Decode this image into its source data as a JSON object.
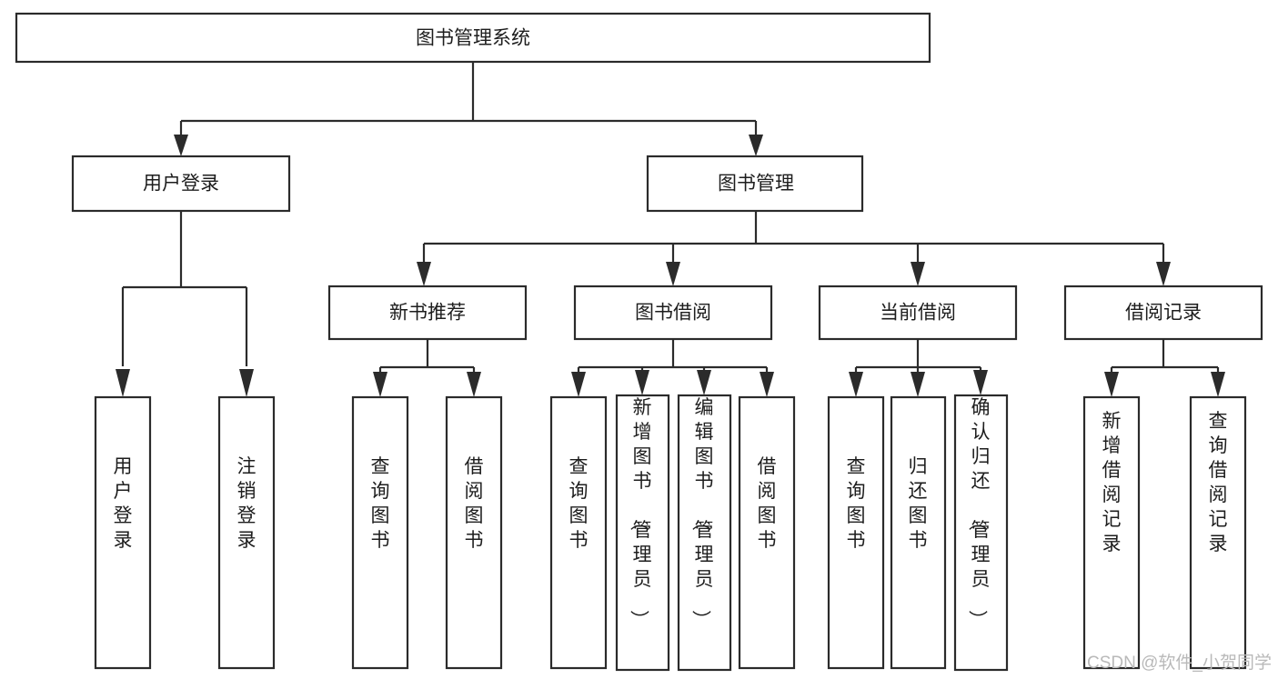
{
  "diagram": {
    "title": "图书管理系统",
    "type": "tree-hierarchy",
    "watermark": "CSDN @软件_小贺同学",
    "colors": {
      "stroke": "#2b2b2b",
      "box_fill": "#ffffff",
      "text": "#1d1d1d",
      "watermark": "#b9b9b9",
      "background": "#ffffff"
    },
    "levels": {
      "root": "图书管理系统",
      "level2": [
        "用户登录",
        "图书管理"
      ],
      "level3": [
        "新书推荐",
        "图书借阅",
        "当前借阅",
        "借阅记录"
      ]
    },
    "nodes": {
      "root": {
        "label": "图书管理系统",
        "orientation": "horizontal"
      },
      "user_login": {
        "label": "用户登录",
        "orientation": "horizontal"
      },
      "book_manage": {
        "label": "图书管理",
        "orientation": "horizontal"
      },
      "new_book_rec": {
        "label": "新书推荐",
        "orientation": "horizontal"
      },
      "book_borrow": {
        "label": "图书借阅",
        "orientation": "horizontal"
      },
      "current_borrow": {
        "label": "当前借阅",
        "orientation": "horizontal"
      },
      "borrow_record": {
        "label": "借阅记录",
        "orientation": "horizontal"
      },
      "leaf_user_login": {
        "label": "用户登录",
        "orientation": "vertical"
      },
      "leaf_logout": {
        "label": "注销登录",
        "orientation": "vertical"
      },
      "leaf_query_book_1": {
        "label": "查询图书",
        "orientation": "vertical"
      },
      "leaf_borrow_book_1": {
        "label": "借阅图书",
        "orientation": "vertical"
      },
      "leaf_query_book_2": {
        "label": "查询图书",
        "orientation": "vertical"
      },
      "leaf_add_book": {
        "label": "新增图书（管理员）",
        "orientation": "vertical"
      },
      "leaf_edit_book": {
        "label": "编辑图书（管理员）",
        "orientation": "vertical"
      },
      "leaf_borrow_book_2": {
        "label": "借阅图书",
        "orientation": "vertical"
      },
      "leaf_query_book_3": {
        "label": "查询图书",
        "orientation": "vertical"
      },
      "leaf_return_book": {
        "label": "归还图书",
        "orientation": "vertical"
      },
      "leaf_confirm_return": {
        "label": "确认归还（管理员）",
        "orientation": "vertical"
      },
      "leaf_add_record": {
        "label": "新增借阅记录",
        "orientation": "vertical"
      },
      "leaf_query_record": {
        "label": "查询借阅记录",
        "orientation": "vertical"
      }
    },
    "edges": [
      {
        "from": "图书管理系统",
        "to": "用户登录"
      },
      {
        "from": "图书管理系统",
        "to": "图书管理"
      },
      {
        "from": "用户登录",
        "to": "用户登录"
      },
      {
        "from": "用户登录",
        "to": "注销登录"
      },
      {
        "from": "图书管理",
        "to": "新书推荐"
      },
      {
        "from": "图书管理",
        "to": "图书借阅"
      },
      {
        "from": "图书管理",
        "to": "当前借阅"
      },
      {
        "from": "图书管理",
        "to": "借阅记录"
      },
      {
        "from": "新书推荐",
        "to": "查询图书"
      },
      {
        "from": "新书推荐",
        "to": "借阅图书"
      },
      {
        "from": "图书借阅",
        "to": "查询图书"
      },
      {
        "from": "图书借阅",
        "to": "新增图书（管理员）"
      },
      {
        "from": "图书借阅",
        "to": "编辑图书（管理员）"
      },
      {
        "from": "图书借阅",
        "to": "借阅图书"
      },
      {
        "from": "当前借阅",
        "to": "查询图书"
      },
      {
        "from": "当前借阅",
        "to": "归还图书"
      },
      {
        "from": "当前借阅",
        "to": "确认归还（管理员）"
      },
      {
        "from": "借阅记录",
        "to": "新增借阅记录"
      },
      {
        "from": "借阅记录",
        "to": "查询借阅记录"
      }
    ]
  }
}
